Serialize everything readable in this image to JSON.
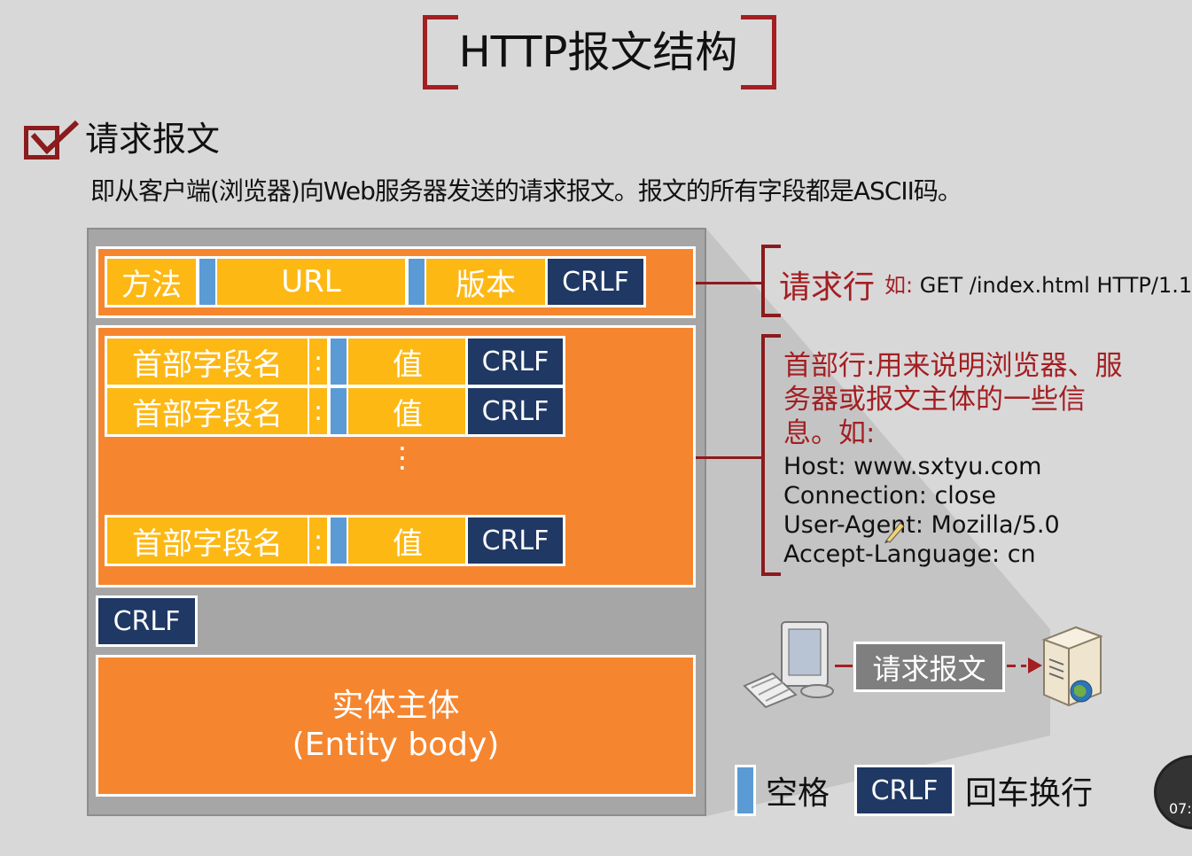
{
  "title": "HTTP报文结构",
  "section": {
    "title": "请求报文",
    "description": "即从客户端(浏览器)向Web服务器发送的请求报文。报文的所有字段都是ASCII码。"
  },
  "request_line": {
    "method": "方法",
    "url": "URL",
    "version": "版本",
    "crlf": "CRLF"
  },
  "header_rows": [
    {
      "name": "首部字段名",
      "colon": ":",
      "value": "值",
      "crlf": "CRLF"
    },
    {
      "name": "首部字段名",
      "colon": ":",
      "value": "值",
      "crlf": "CRLF"
    },
    {
      "name": "首部字段名",
      "colon": ":",
      "value": "值",
      "crlf": "CRLF"
    }
  ],
  "ellipsis": "⋮",
  "blank_line_crlf": "CRLF",
  "entity": {
    "line1": "实体主体",
    "line2": "(Entity body)"
  },
  "annotations": {
    "request_line_label": "请求行",
    "request_line_example_prefix": "如:",
    "request_line_example": "GET /index.html HTTP/1.1",
    "header_desc": "首部行:用来说明浏览器、服务器或报文主体的一些信息。如:",
    "header_examples": [
      "Host: www.sxtyu.com",
      "Connection: close",
      "User-Agent: Mozilla/5.0",
      "Accept-Language: cn"
    ]
  },
  "flow": {
    "client_icon": "computer-icon",
    "message_label": "请求报文",
    "server_icon": "server-icon"
  },
  "legend": {
    "space_label": "空格",
    "crlf_box": "CRLF",
    "crlf_label": "回车换行"
  },
  "timer_text": "07:",
  "colors": {
    "accent_red": "#a31f22",
    "orange": "#f5862f",
    "yellow": "#fdb814",
    "navy": "#1f3864",
    "space_blue": "#5b9bd5",
    "frame_gray": "#a6a6a6"
  }
}
